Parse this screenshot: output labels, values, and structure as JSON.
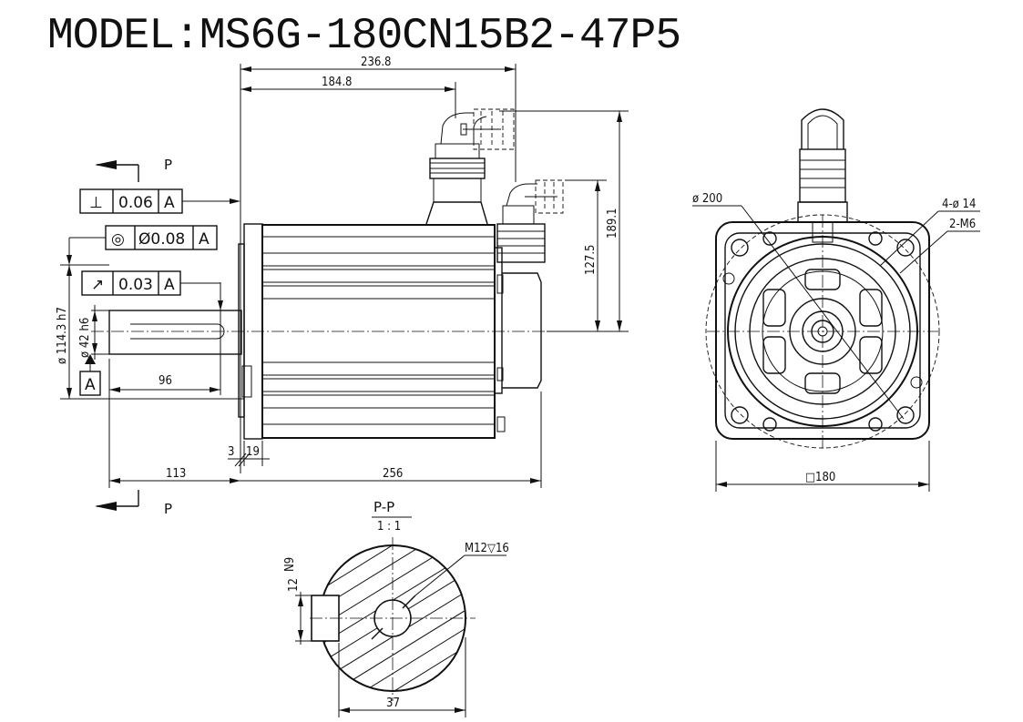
{
  "title": "MODEL:MS6G-180CN15B2-47P5",
  "dimensions": {
    "overall_length": "236.8",
    "connector_offset": "184.8",
    "height_top_connector": "189.1",
    "height_second_connector": "127.5",
    "shaft_diameter_outer": "ø 114.3  h7",
    "shaft_diameter": "ø 42 h6",
    "shaft_length_key": "96",
    "shaft_length": "113",
    "flange_gap_a": "3",
    "flange_gap_b": "19",
    "body_length": "256",
    "pcd": "ø 200",
    "holes": "4-ø 14",
    "tapped_holes": "2-M6",
    "square_size": "□180",
    "key_width": "N9",
    "key_depth": "12",
    "shaft_section_diameter": "37",
    "center_thread": "M12▽16"
  },
  "section": {
    "label": "P-P",
    "scale": "1 : 1"
  },
  "view_arrow_label": "P",
  "datum_label": "A",
  "tolerances": {
    "perpendicularity": {
      "symbol": "⊥",
      "value": "0.06",
      "datum": "A"
    },
    "concentricity": {
      "symbol": "◎",
      "value": "Ø0.08",
      "datum": "A"
    },
    "runout": {
      "symbol": "↗",
      "value": "0.03",
      "datum": "A"
    }
  }
}
